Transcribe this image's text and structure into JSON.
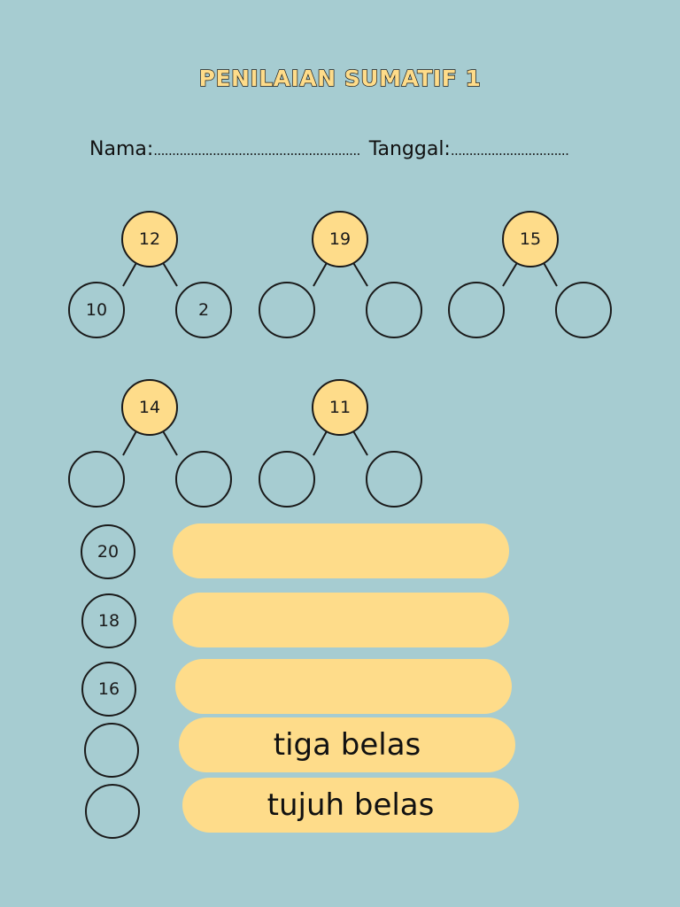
{
  "title": "PENILAIAN SUMATIF 1",
  "fields": {
    "name_label": "Nama:",
    "name_dots": "........................................................",
    "date_label": "Tanggal:",
    "date_dots": "................................"
  },
  "number_bonds": [
    {
      "whole": "12",
      "left": "10",
      "right": "2"
    },
    {
      "whole": "19",
      "left": "",
      "right": ""
    },
    {
      "whole": "15",
      "left": "",
      "right": ""
    },
    {
      "whole": "14",
      "left": "",
      "right": ""
    },
    {
      "whole": "11",
      "left": "",
      "right": ""
    }
  ],
  "word_rows": [
    {
      "number": "20",
      "word": ""
    },
    {
      "number": "18",
      "word": ""
    },
    {
      "number": "16",
      "word": ""
    },
    {
      "number": "",
      "word": "tiga belas"
    },
    {
      "number": "",
      "word": "tujuh belas"
    }
  ],
  "colors": {
    "background": "#a6ccd1",
    "accent_yellow": "#fedc8a",
    "outline": "#1a1a1a"
  }
}
